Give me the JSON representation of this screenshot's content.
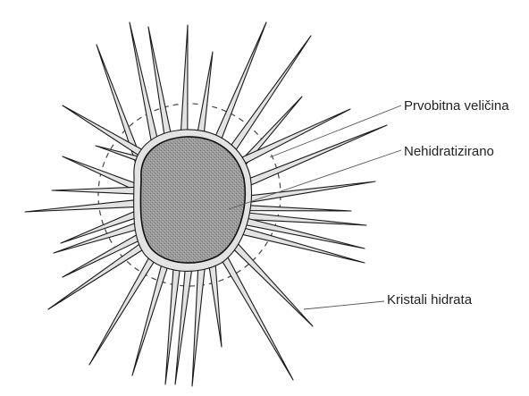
{
  "diagram": {
    "labels": {
      "original_size": "Prvobitna veličina",
      "unhydrated": "Nehidratizirano",
      "hydrate_crystals": "Kristali hidrata"
    },
    "colors": {
      "line": "#1a1a1a",
      "needle_fill": "#e3e3e3",
      "core_fill": "#9a9a9a",
      "dashed_outline": "#444444"
    }
  }
}
